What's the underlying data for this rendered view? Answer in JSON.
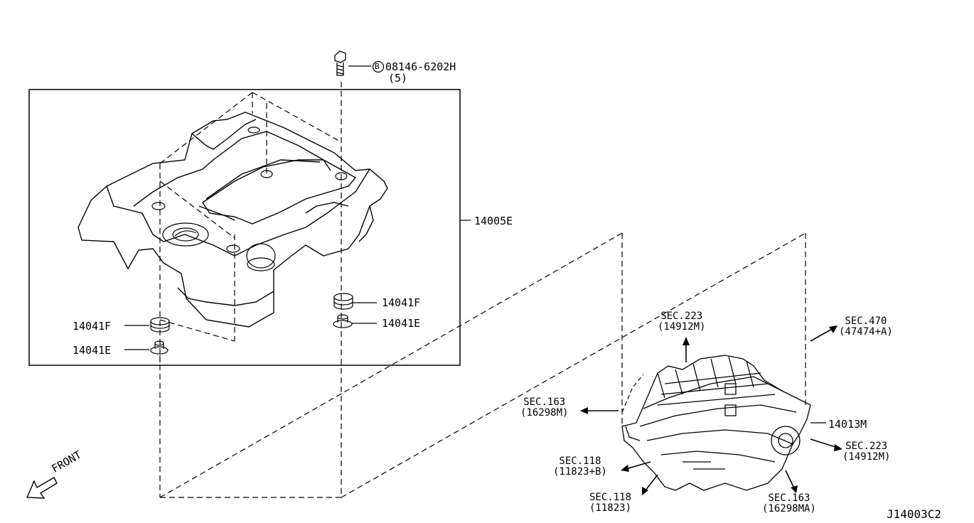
{
  "bolt": {
    "part": "08146-6202H",
    "qty": "(5)",
    "circle_letter": "B"
  },
  "parts": {
    "engine_cover": "14005E",
    "grommet_right": "14041F",
    "collar_right": "14041E",
    "grommet_left": "14041F",
    "collar_left": "14041E",
    "intake_manifold": "14013M"
  },
  "refs": {
    "sec223_top": {
      "line1": "SEC.223",
      "line2": "(14912M)"
    },
    "sec470": {
      "line1": "SEC.470",
      "line2": "(47474+A)"
    },
    "sec163_left": {
      "line1": "SEC.163",
      "line2": "(16298M)"
    },
    "sec223_right": {
      "line1": "SEC.223",
      "line2": "(14912M)"
    },
    "sec118_b": {
      "line1": "SEC.118",
      "line2": "(11823+B)"
    },
    "sec118": {
      "line1": "SEC.118",
      "line2": "(11823)"
    },
    "sec163_bottom": {
      "line1": "SEC.163",
      "line2": "(16298MA)"
    }
  },
  "front_label": "FRONT",
  "diagram_code": "J14003C2"
}
